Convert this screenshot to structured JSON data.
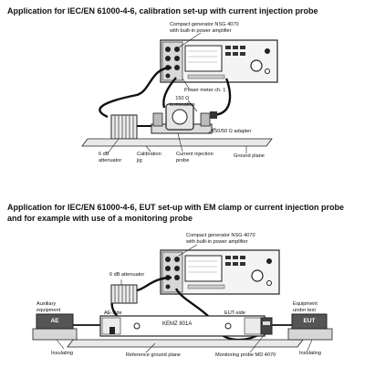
{
  "diagram1": {
    "title": "Application for IEC/EN 61000-4-6, calibration set-up with current injection probe",
    "labels": {
      "generator_line1": "Compact generator NSG 4070",
      "generator_line2": "with built-in power amplifier",
      "power_meter": "Power meter ch. 1",
      "termination_line1": "150 Ω",
      "termination_line2": "termination",
      "adapter": "150/50 Ω adapter",
      "attenuator_line1": "6 dB",
      "attenuator_line2": "attenuator",
      "jig_line1": "Calibration",
      "jig_line2": "jig",
      "probe_line1": "Current injection",
      "probe_line2": "probe",
      "ground_plane": "Ground plane"
    }
  },
  "diagram2": {
    "title_line1": "Application for IEC/EN 61000-4-6, EUT set-up with EM clamp or current injection probe",
    "title_line2": "and for example with use of a monitoring probe",
    "labels": {
      "generator_line1": "Compact generator NSG 4070",
      "generator_line2": "with built-in power amplifier",
      "attenuator": "6 dB attenuator",
      "aux_line1": "Auxiliary",
      "aux_line2": "equipment",
      "eut_line1": "Equipment",
      "eut_line2": "under test",
      "ae_box": "AE",
      "eut_box": "EUT",
      "ae_side": "AE-side",
      "eut_side": "EUT-side",
      "clamp": "KEMZ 801A",
      "insulating_left": "Insulating",
      "insulating_right": "Insulating",
      "ref_ground": "Reference ground plane",
      "monitoring_probe": "Monitoring probe MD 4070"
    }
  }
}
